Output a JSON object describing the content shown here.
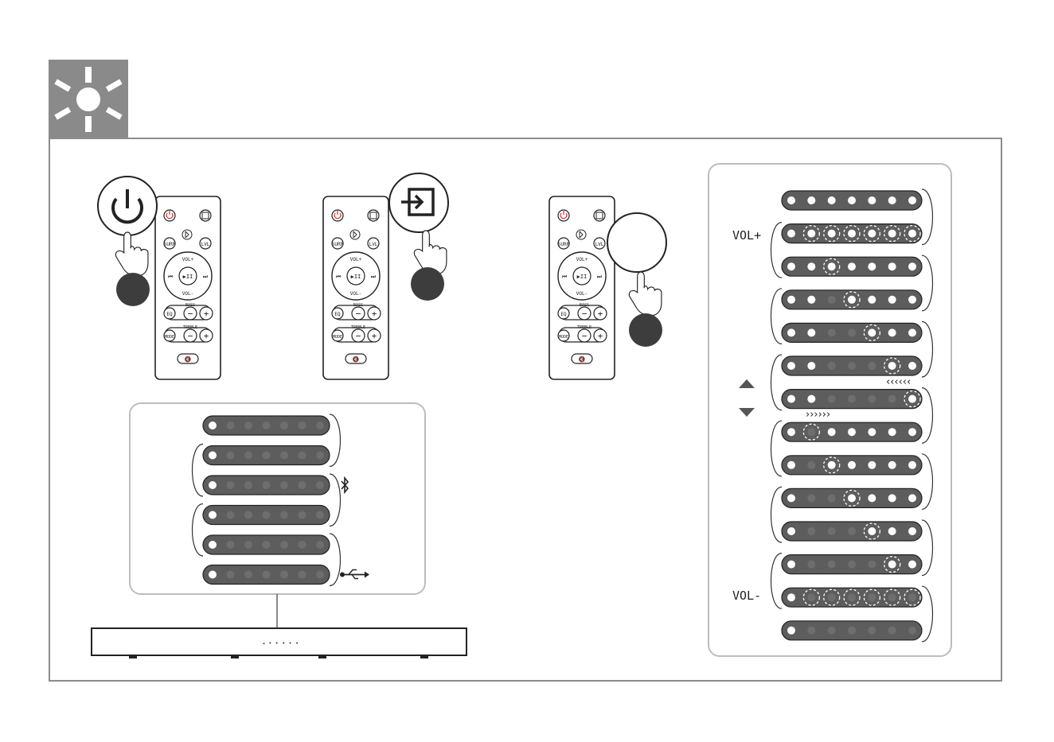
{
  "colors": {
    "accent": "#8a8a8a",
    "frame": "#8c8c8c",
    "strip_dark": "#5d5d5d",
    "led_on": "#ffffff",
    "led_off": "#6e6e6e",
    "power_red": "#e53935"
  },
  "header": {
    "icon": "sun-icon"
  },
  "remote": {
    "labels": {
      "surr": "SURR",
      "lvl": "LVL",
      "vol_plus": "VOL+",
      "vol_minus": "VOL-",
      "bass": "BASS",
      "treble": "TREBLE",
      "eq": "EQ",
      "mode": "MODE",
      "minus": "−",
      "plus": "+"
    }
  },
  "steps": [
    {
      "callout_icon": "power-icon"
    },
    {
      "callout_icon": "input-icon"
    },
    {
      "callout_icon": ""
    }
  ],
  "input_panel": {
    "rows": [
      {
        "leds_on": 1,
        "icon": ""
      },
      {
        "leds_on": 1,
        "icon": ""
      },
      {
        "leds_on": 1,
        "icon": "bluetooth-icon"
      },
      {
        "leds_on": 1,
        "icon": ""
      },
      {
        "leds_on": 1,
        "icon": ""
      },
      {
        "leds_on": 1,
        "icon": "usb-icon"
      }
    ]
  },
  "volume_panel": {
    "vol_plus_label": "VOL+",
    "vol_minus_label": "VOL-",
    "rows": [
      {
        "on": [
          1,
          1,
          1,
          1,
          1,
          1,
          1
        ],
        "dashed": []
      },
      {
        "on": [
          1,
          1,
          1,
          1,
          1,
          1,
          1
        ],
        "dashed": [
          1,
          2,
          3,
          4,
          5,
          6
        ]
      },
      {
        "on": [
          1,
          1,
          1,
          1,
          1,
          1,
          1
        ],
        "dashed": [
          2
        ]
      },
      {
        "on": [
          1,
          1,
          0,
          1,
          1,
          1,
          1
        ],
        "dashed": [
          3
        ]
      },
      {
        "on": [
          1,
          1,
          0,
          0,
          1,
          1,
          1
        ],
        "dashed": [
          4
        ]
      },
      {
        "on": [
          1,
          1,
          0,
          0,
          0,
          1,
          1
        ],
        "dashed": [
          5
        ]
      },
      {
        "on": [
          1,
          1,
          0,
          0,
          0,
          0,
          1
        ],
        "dashed": [
          6
        ]
      },
      {
        "on": [
          1,
          0,
          1,
          1,
          1,
          1,
          1
        ],
        "dashed": [
          1
        ]
      },
      {
        "on": [
          1,
          0,
          1,
          1,
          1,
          1,
          1
        ],
        "dashed": [
          2
        ]
      },
      {
        "on": [
          1,
          0,
          0,
          1,
          1,
          1,
          1
        ],
        "dashed": [
          3
        ]
      },
      {
        "on": [
          1,
          0,
          0,
          0,
          1,
          1,
          1
        ],
        "dashed": [
          4
        ]
      },
      {
        "on": [
          1,
          0,
          0,
          0,
          0,
          1,
          1
        ],
        "dashed": [
          5
        ]
      },
      {
        "on": [
          1,
          0,
          0,
          0,
          0,
          0,
          0
        ],
        "dashed": [
          1,
          2,
          3,
          4,
          5,
          6
        ]
      },
      {
        "on": [
          1,
          0,
          0,
          0,
          0,
          0,
          0
        ],
        "dashed": []
      }
    ]
  }
}
